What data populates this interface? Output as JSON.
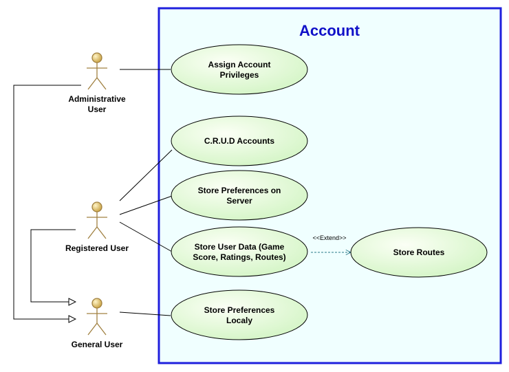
{
  "system": {
    "title": "Account"
  },
  "actors": {
    "admin": {
      "line1": "Administrative",
      "line2": "User"
    },
    "registered": {
      "line1": "Registered User"
    },
    "general": {
      "line1": "General User"
    }
  },
  "use_cases": {
    "assign": {
      "line1": "Assign Account",
      "line2": "Privileges"
    },
    "crud": {
      "line1": "C.R.U.D Accounts"
    },
    "store_prefs_server": {
      "line1": "Store Preferences on",
      "line2": "Server"
    },
    "store_user_data": {
      "line1": "Store User Data (Game",
      "line2": "Score, Ratings, Routes)"
    },
    "store_prefs_local": {
      "line1": "Store Preferences",
      "line2": "Localy"
    },
    "store_routes": {
      "line1": "Store Routes"
    }
  },
  "relationships": {
    "extend_label": "<<Extend>>"
  },
  "colors": {
    "system_border": "#1f1fdd",
    "system_fill": "#f0ffff",
    "title": "#1010c8",
    "usecase_fill_light": "#fbfff5",
    "usecase_fill_dark": "#d4f5c6",
    "usecase_stroke": "#000000",
    "actor_head_light": "#fff5c8",
    "actor_head_dark": "#c8a040",
    "actor_stroke": "#a08040",
    "extend_line": "#2a7a8a"
  }
}
